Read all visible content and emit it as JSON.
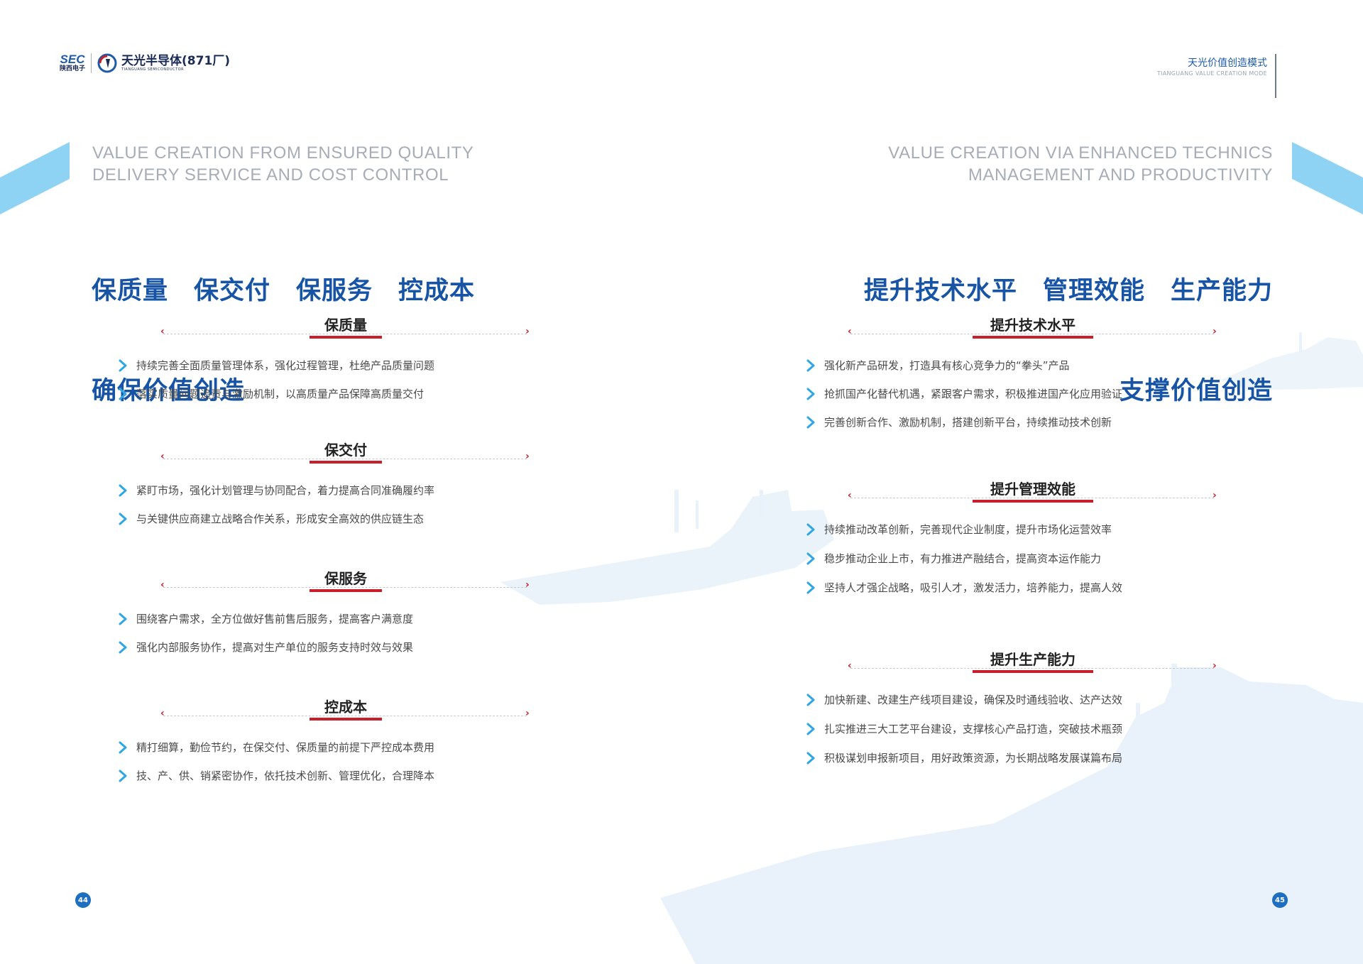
{
  "header": {
    "sec_logo_text": "SEC",
    "sec_logo_cn": "陕西电子",
    "company_name": "天光半导体(871厂)",
    "company_sub": "TIANGUANG SEMICONDUCTOR",
    "mode_title": "天光价值创造模式",
    "mode_sub": "TIANGUANG VALUE CREATION MODE"
  },
  "left": {
    "en_line1": "VALUE CREATION FROM ENSURED QUALITY",
    "en_line2": "DELIVERY SERVICE AND COST CONTROL",
    "cn_line1": "保质量　保交付　保服务　控成本",
    "cn_line2": "确保价值创造",
    "sections": [
      {
        "title": "保质量",
        "items": [
          "持续完善全面质量管理体系，强化过程管理，杜绝产品质量问题",
          "落实质量问题追责与激励机制，以高质量产品保障高质量交付"
        ]
      },
      {
        "title": "保交付",
        "items": [
          "紧盯市场，强化计划管理与协同配合，着力提高合同准确履约率",
          "与关键供应商建立战略合作关系，形成安全高效的供应链生态"
        ]
      },
      {
        "title": "保服务",
        "items": [
          "围绕客户需求，全方位做好售前售后服务，提高客户满意度",
          "强化内部服务协作，提高对生产单位的服务支持时效与效果"
        ]
      },
      {
        "title": "控成本",
        "items": [
          "精打细算，勤俭节约，在保交付、保质量的前提下严控成本费用",
          "技、产、供、销紧密协作，依托技术创新、管理优化，合理降本"
        ]
      }
    ],
    "page_number": "44"
  },
  "right": {
    "en_line1": "VALUE CREATION VIA ENHANCED TECHNICS",
    "en_line2": "MANAGEMENT AND PRODUCTIVITY",
    "cn_line1": "提升技术水平　管理效能　生产能力",
    "cn_line2": "支撑价值创造",
    "sections": [
      {
        "title": "提升技术水平",
        "items": [
          "强化新产品研发，打造具有核心竞争力的“拳头”产品",
          "抢抓国产化替代机遇，紧跟客户需求，积极推进国产化应用验证",
          "完善创新合作、激励机制，搭建创新平台，持续推动技术创新"
        ]
      },
      {
        "title": "提升管理效能",
        "items": [
          "持续推动改革创新，完善现代企业制度，提升市场化运营效率",
          "稳步推动企业上市，有力推进产融结合，提高资本运作能力",
          "坚持人才强企战略，吸引人才，激发活力，培养能力，提高人效"
        ]
      },
      {
        "title": "提升生产能力",
        "items": [
          "加快新建、改建生产线项目建设，确保及时通线验收、达产达效",
          "扎实推进三大工艺平台建设，支撑核心产品打造，突破技术瓶颈",
          "积极谋划申报新项目，用好政策资源，为长期战略发展谋篇布局"
        ]
      }
    ],
    "page_number": "45"
  },
  "colors": {
    "heading_blue": "#1754a6",
    "accent_red": "#c8202a",
    "arrow_blue": "#2fa6e6",
    "triangle_blue": "#8fd3f4"
  }
}
